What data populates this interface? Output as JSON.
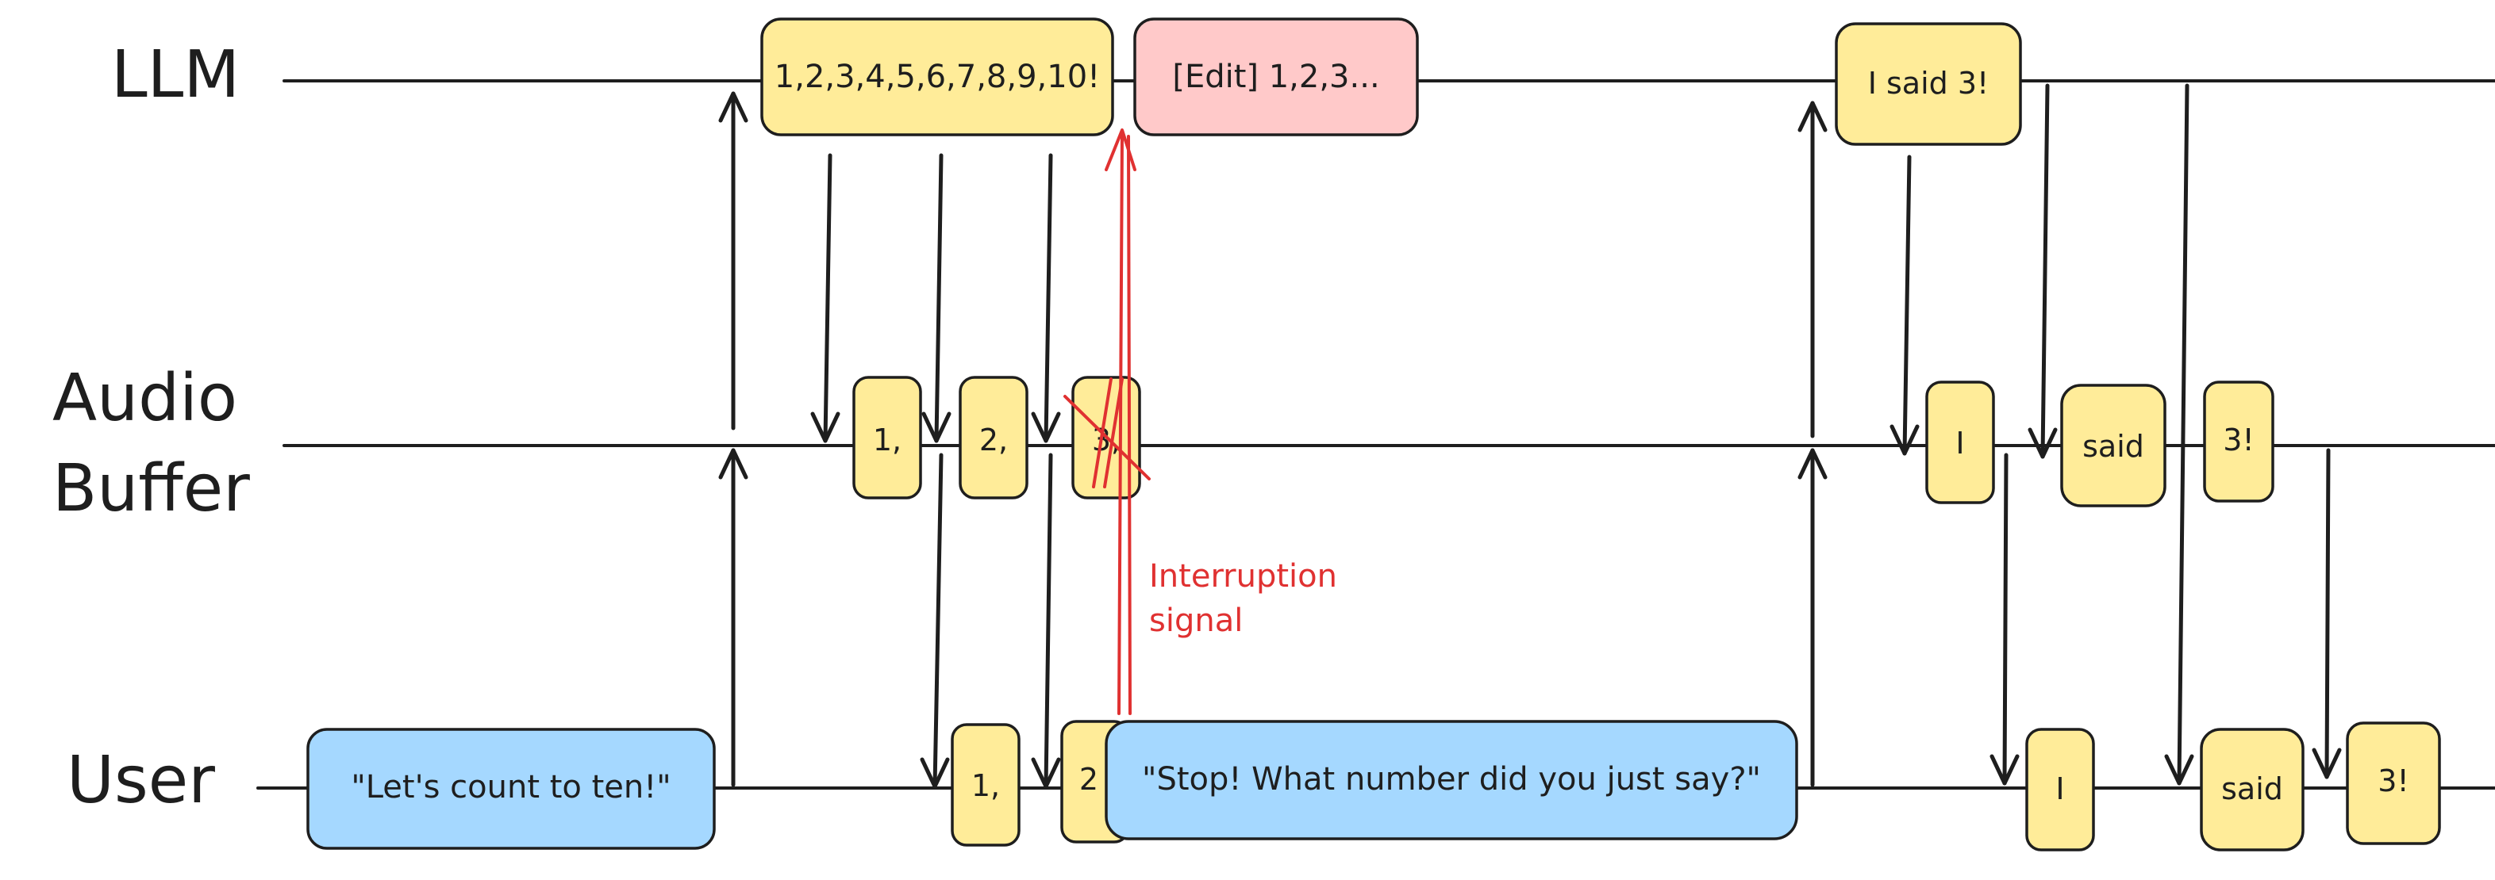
{
  "lanes": {
    "llm": "LLM",
    "audio_buffer_line1": "Audio",
    "audio_buffer_line2": "Buffer",
    "user": "User"
  },
  "llm_boxes": {
    "generation": "1,2,3,4,5,6,7,8,9,10!",
    "edit": "[Edit] 1,2,3...",
    "reply": "I said 3!"
  },
  "buffer_boxes": {
    "chunk1": "1,",
    "chunk2": "2,",
    "chunk3": "3,",
    "reply1": "I",
    "reply2": "said",
    "reply3": "3!"
  },
  "user_boxes": {
    "prompt": "\"Let's count to ten!\"",
    "heard1": "1,",
    "heard2": "2",
    "interrupt": "\"Stop! What number did you just say?\"",
    "heard_reply1": "I",
    "heard_reply2": "said",
    "heard_reply3": "3!"
  },
  "annotation": {
    "line1": "Interruption",
    "line2": "signal"
  },
  "colors": {
    "yellow": "#ffec99",
    "pink": "#ffc9c9",
    "blue": "#a5d8ff",
    "stroke": "#1e1e1e",
    "red": "#e03131"
  }
}
